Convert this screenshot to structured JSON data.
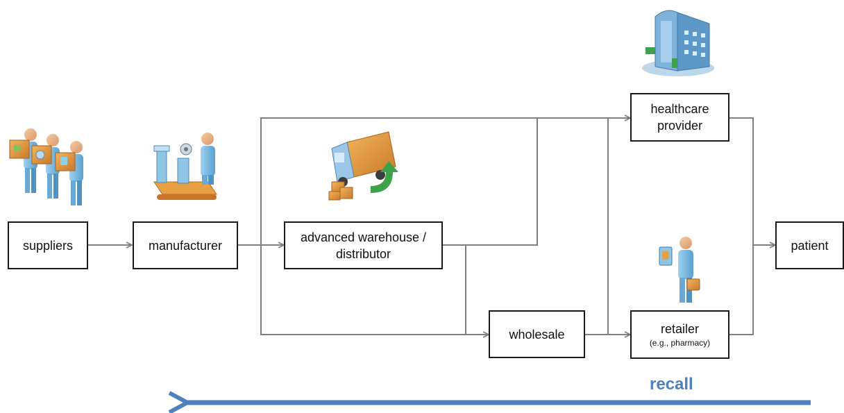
{
  "nodes": {
    "suppliers": "suppliers",
    "manufacturer": "manufacturer",
    "warehouse_line1": "advanced warehouse /",
    "warehouse_line2": "distributor",
    "wholesale": "wholesale",
    "healthcare_line1": "healthcare",
    "healthcare_line2": "provider",
    "retailer": "retailer",
    "retailer_note": "(e.g., pharmacy)",
    "patient": "patient"
  },
  "recall": {
    "label": "recall",
    "direction": "right-to-left"
  },
  "icons": [
    "suppliers-people-icon",
    "manufacturer-conveyor-icon",
    "delivery-truck-icon",
    "hospital-building-icon",
    "retailer-person-icon"
  ],
  "colors": {
    "connector": "#7f7f7f",
    "recall_arrow": "#4f81bd",
    "box_border": "#1a1a1a"
  }
}
